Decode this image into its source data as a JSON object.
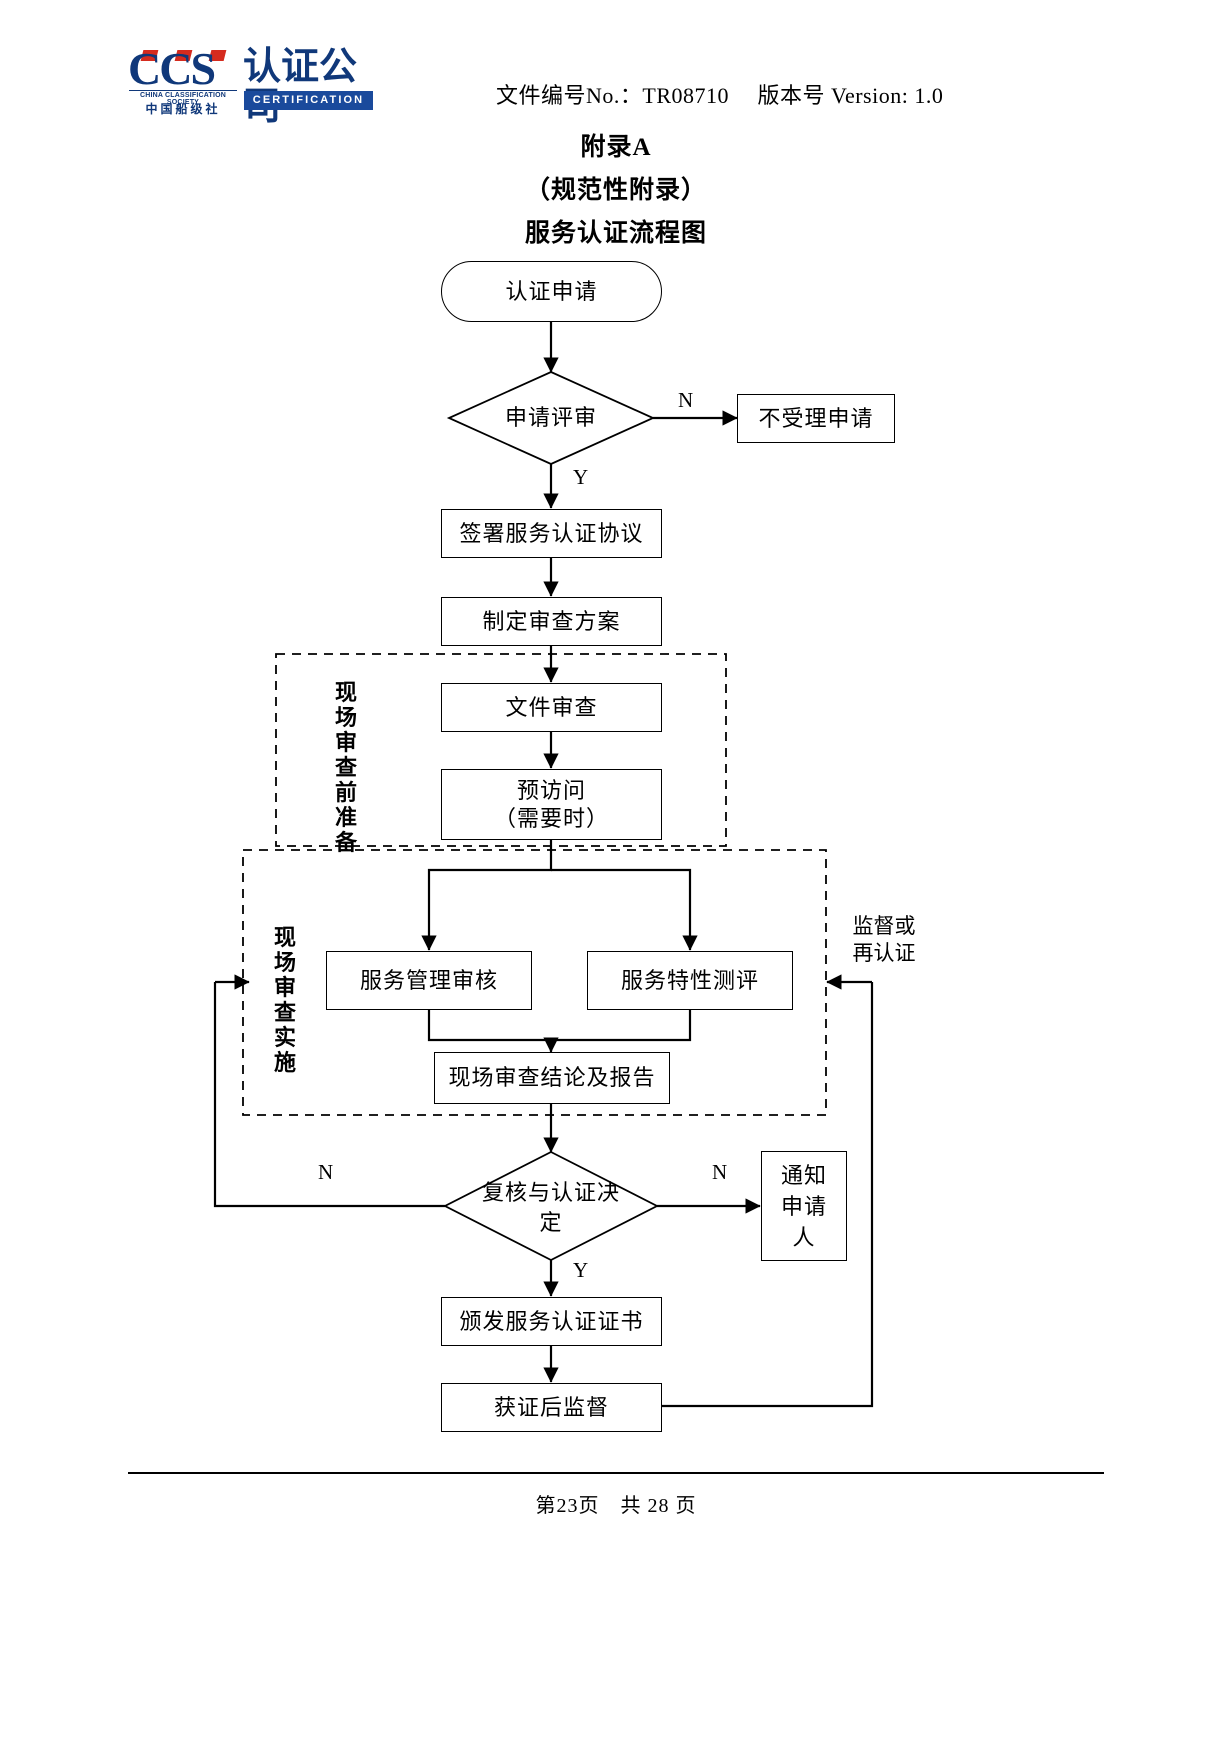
{
  "header": {
    "logo": {
      "mark_text": "CCS",
      "sub_en": "CHINA CLASSIFICATION SOCIETY",
      "sub_cn": "中国船级社",
      "company_cn": "认证公司",
      "cert_bar": "CERTIFICATION"
    },
    "meta": "文件编号No.：TR08710　 版本号 Version: 1.0"
  },
  "title": {
    "line1": "附录A",
    "line2": "（规范性附录）",
    "line3": "服务认证流程图"
  },
  "chart_data": {
    "type": "flowchart",
    "title": "服务认证流程图",
    "nodes": [
      {
        "id": "n1",
        "shape": "oval",
        "label": "认证申请"
      },
      {
        "id": "n2",
        "shape": "diamond",
        "label": "申请评审"
      },
      {
        "id": "n3",
        "shape": "rect",
        "label": "不受理申请"
      },
      {
        "id": "n4",
        "shape": "rect",
        "label": "签署服务认证协议"
      },
      {
        "id": "n5",
        "shape": "rect",
        "label": "制定审查方案"
      },
      {
        "id": "n6",
        "shape": "rect",
        "label": "文件审查"
      },
      {
        "id": "n7",
        "shape": "rect",
        "label": "预访问\n（需要时）"
      },
      {
        "id": "n8",
        "shape": "rect",
        "label": "服务管理审核"
      },
      {
        "id": "n9",
        "shape": "rect",
        "label": "服务特性测评"
      },
      {
        "id": "n10",
        "shape": "rect",
        "label": "现场审查结论及报告"
      },
      {
        "id": "n11",
        "shape": "diamond",
        "label": "复核与认证决定"
      },
      {
        "id": "n12",
        "shape": "rect",
        "label": "通知申请人"
      },
      {
        "id": "n13",
        "shape": "rect",
        "label": "颁发服务认证证书"
      },
      {
        "id": "n14",
        "shape": "rect",
        "label": "获证后监督"
      }
    ],
    "groups": [
      {
        "id": "g1",
        "label": "现场审查前准备",
        "style": "dashed"
      },
      {
        "id": "g2",
        "label": "现场审查实施",
        "style": "dashed"
      }
    ],
    "edge_labels": {
      "e_n2_n3": "N",
      "e_n2_n4": "Y",
      "e_n11_n12": "N",
      "e_n11_loopback": "N",
      "e_n11_n13": "Y"
    },
    "annotations": [
      {
        "id": "a1",
        "label": "监督或\n再认证"
      }
    ]
  },
  "nodes": {
    "n1": "认证申请",
    "n2": "申请评审",
    "n3": "不受理申请",
    "n4": "签署服务认证协议",
    "n5": "制定审查方案",
    "n6": "文件审查",
    "n7_l1": "预访问",
    "n7_l2": "（需要时）",
    "n8": "服务管理审核",
    "n9": "服务特性测评",
    "n10": "现场审查结论及报告",
    "n11_l1": "复核与认证决",
    "n11_l2": "定",
    "n12_l1": "通知",
    "n12_l2": "申请",
    "n12_l3": "人",
    "n13": "颁发服务认证证书",
    "n14": "获证后监督"
  },
  "labels": {
    "group1": "现场审查前准备",
    "group2": "现场审查实施",
    "n_top": "N",
    "y_top": "Y",
    "n_left_bottom": "N",
    "n_right_bottom": "N",
    "y_bottom": "Y",
    "resurveil_l1": "监督或",
    "resurveil_l2": "再认证"
  },
  "footer": {
    "text": "第23页　共 28 页"
  }
}
